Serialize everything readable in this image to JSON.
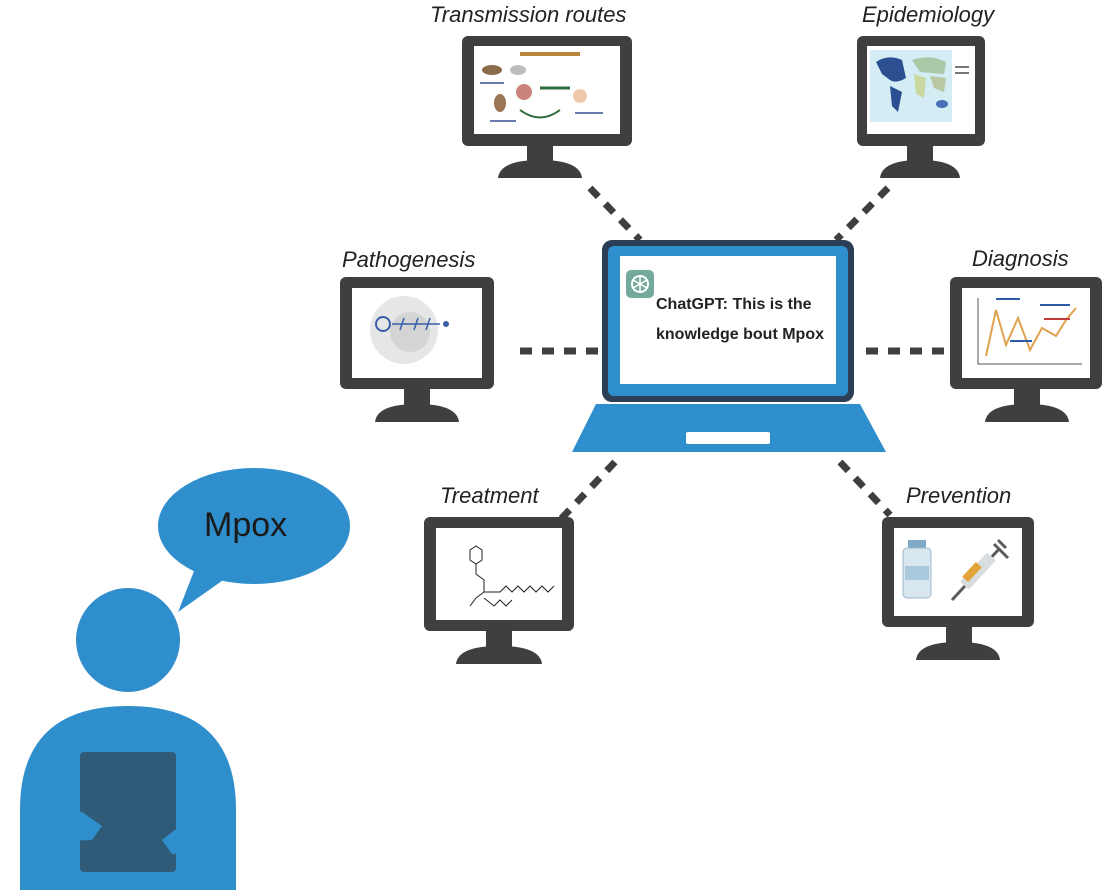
{
  "labels": {
    "transmission": "Transmission routes",
    "epidemiology": "Epidemiology",
    "pathogenesis": "Pathogenesis",
    "diagnosis": "Diagnosis",
    "treatment": "Treatment",
    "prevention": "Prevention"
  },
  "chat": {
    "line1": "ChatGPT: This is the",
    "line2": "knowledge bout Mpox",
    "logo_icon": "openai-logo-icon"
  },
  "speech": {
    "text": "Mpox"
  },
  "colors": {
    "monitor_frame": "#3f3f3f",
    "laptop_blue": "#2f8fcd",
    "laptop_frame": "#2b3e55",
    "person_blue": "#2f8fcd",
    "tablet": "#2f5a78",
    "chatgpt_green": "#74aa9c"
  }
}
